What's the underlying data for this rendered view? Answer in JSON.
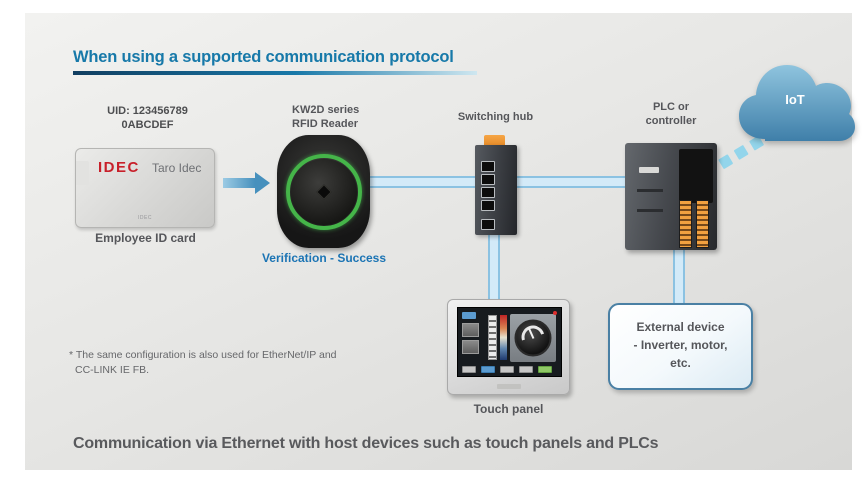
{
  "header": {
    "title": "When using a supported communication protocol"
  },
  "diagram": {
    "id_card": {
      "uid_line1": "UID: 123456789",
      "uid_line2": "0ABCDEF",
      "brand": "IDEC",
      "holder_name": "Taro Idec",
      "small_print": "IDEC",
      "label": "Employee ID card"
    },
    "rfid_reader": {
      "label_line1": "KW2D series",
      "label_line2": "RFID Reader",
      "status": "Verification - Success"
    },
    "switching_hub": {
      "label": "Switching hub"
    },
    "plc": {
      "label_line1": "PLC or",
      "label_line2": "controller"
    },
    "cloud": {
      "label": "IoT"
    },
    "touch_panel": {
      "label": "Touch panel"
    },
    "external_device": {
      "line1": "External device",
      "line2": "- Inverter, motor,",
      "line3": "etc."
    }
  },
  "footnote": {
    "line1": "* The same configuration is also used for EtherNet/IP and",
    "line2": "CC-LINK IE FB."
  },
  "caption": "Communication via Ethernet with host devices such as touch panels and PLCs",
  "colors": {
    "title_blue": "#1779a9",
    "success_blue": "#1b74b4",
    "label_gray": "#55565a",
    "ethernet_line_fill": "#d3eaf8",
    "ethernet_line_border": "#8bc2e2",
    "cloud_gradient_top": "#8fc4de",
    "cloud_gradient_bottom": "#3f7fa9",
    "idec_red": "#c8202a",
    "device_orange": "#ef9332",
    "reader_led_green": "#45b549"
  }
}
